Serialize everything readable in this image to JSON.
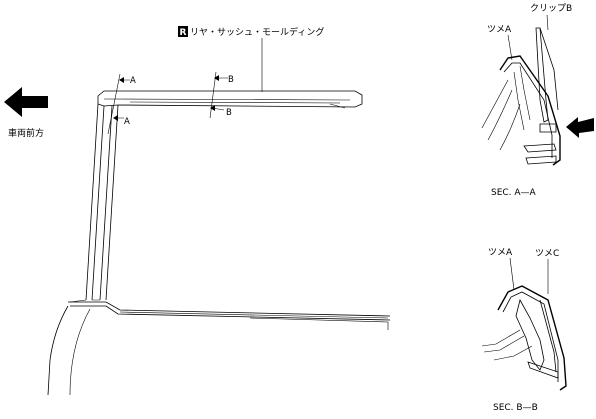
{
  "part": {
    "badge": "R",
    "name": "リヤ・サッシュ・モールディング"
  },
  "direction": {
    "label": "車両前方"
  },
  "section_marks": {
    "a": "A",
    "b": "B"
  },
  "section_aa": {
    "title": "SEC. A—A",
    "claw_label": "ツメA",
    "clip_label": "クリップB"
  },
  "section_bb": {
    "title": "SEC. B—B",
    "claw_a_label": "ツメA",
    "claw_c_label": "ツメC"
  },
  "icons": {
    "direction_arrow": "arrow-left-icon",
    "insert_arrow": "arrow-left-icon"
  }
}
